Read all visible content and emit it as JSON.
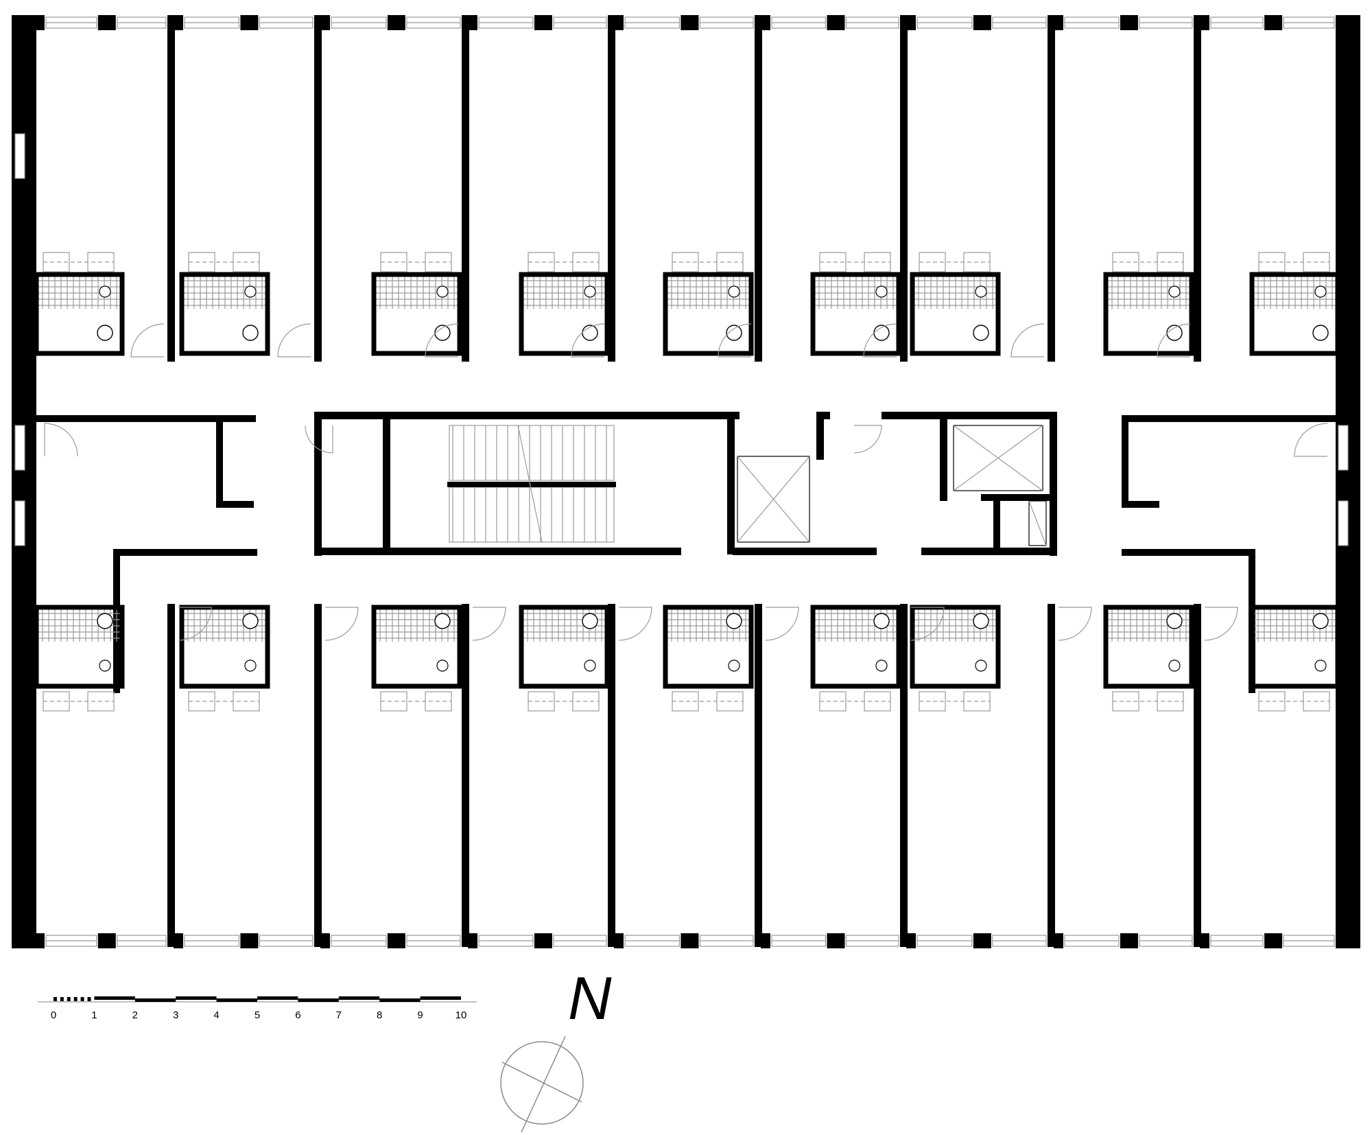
{
  "plan": {
    "colors": {
      "wall": "#000000",
      "fine": "#9a9a9a",
      "tile": "#bdbdbd",
      "background": "#ffffff"
    }
  },
  "scale_bar": {
    "min": 0,
    "max": 10,
    "labels": [
      "0",
      "1",
      "2",
      "3",
      "4",
      "5",
      "6",
      "7",
      "8",
      "9",
      "10"
    ]
  },
  "north_arrow": {
    "letter": "N"
  },
  "rooms": {
    "north_count": 9,
    "south_count": 9
  }
}
